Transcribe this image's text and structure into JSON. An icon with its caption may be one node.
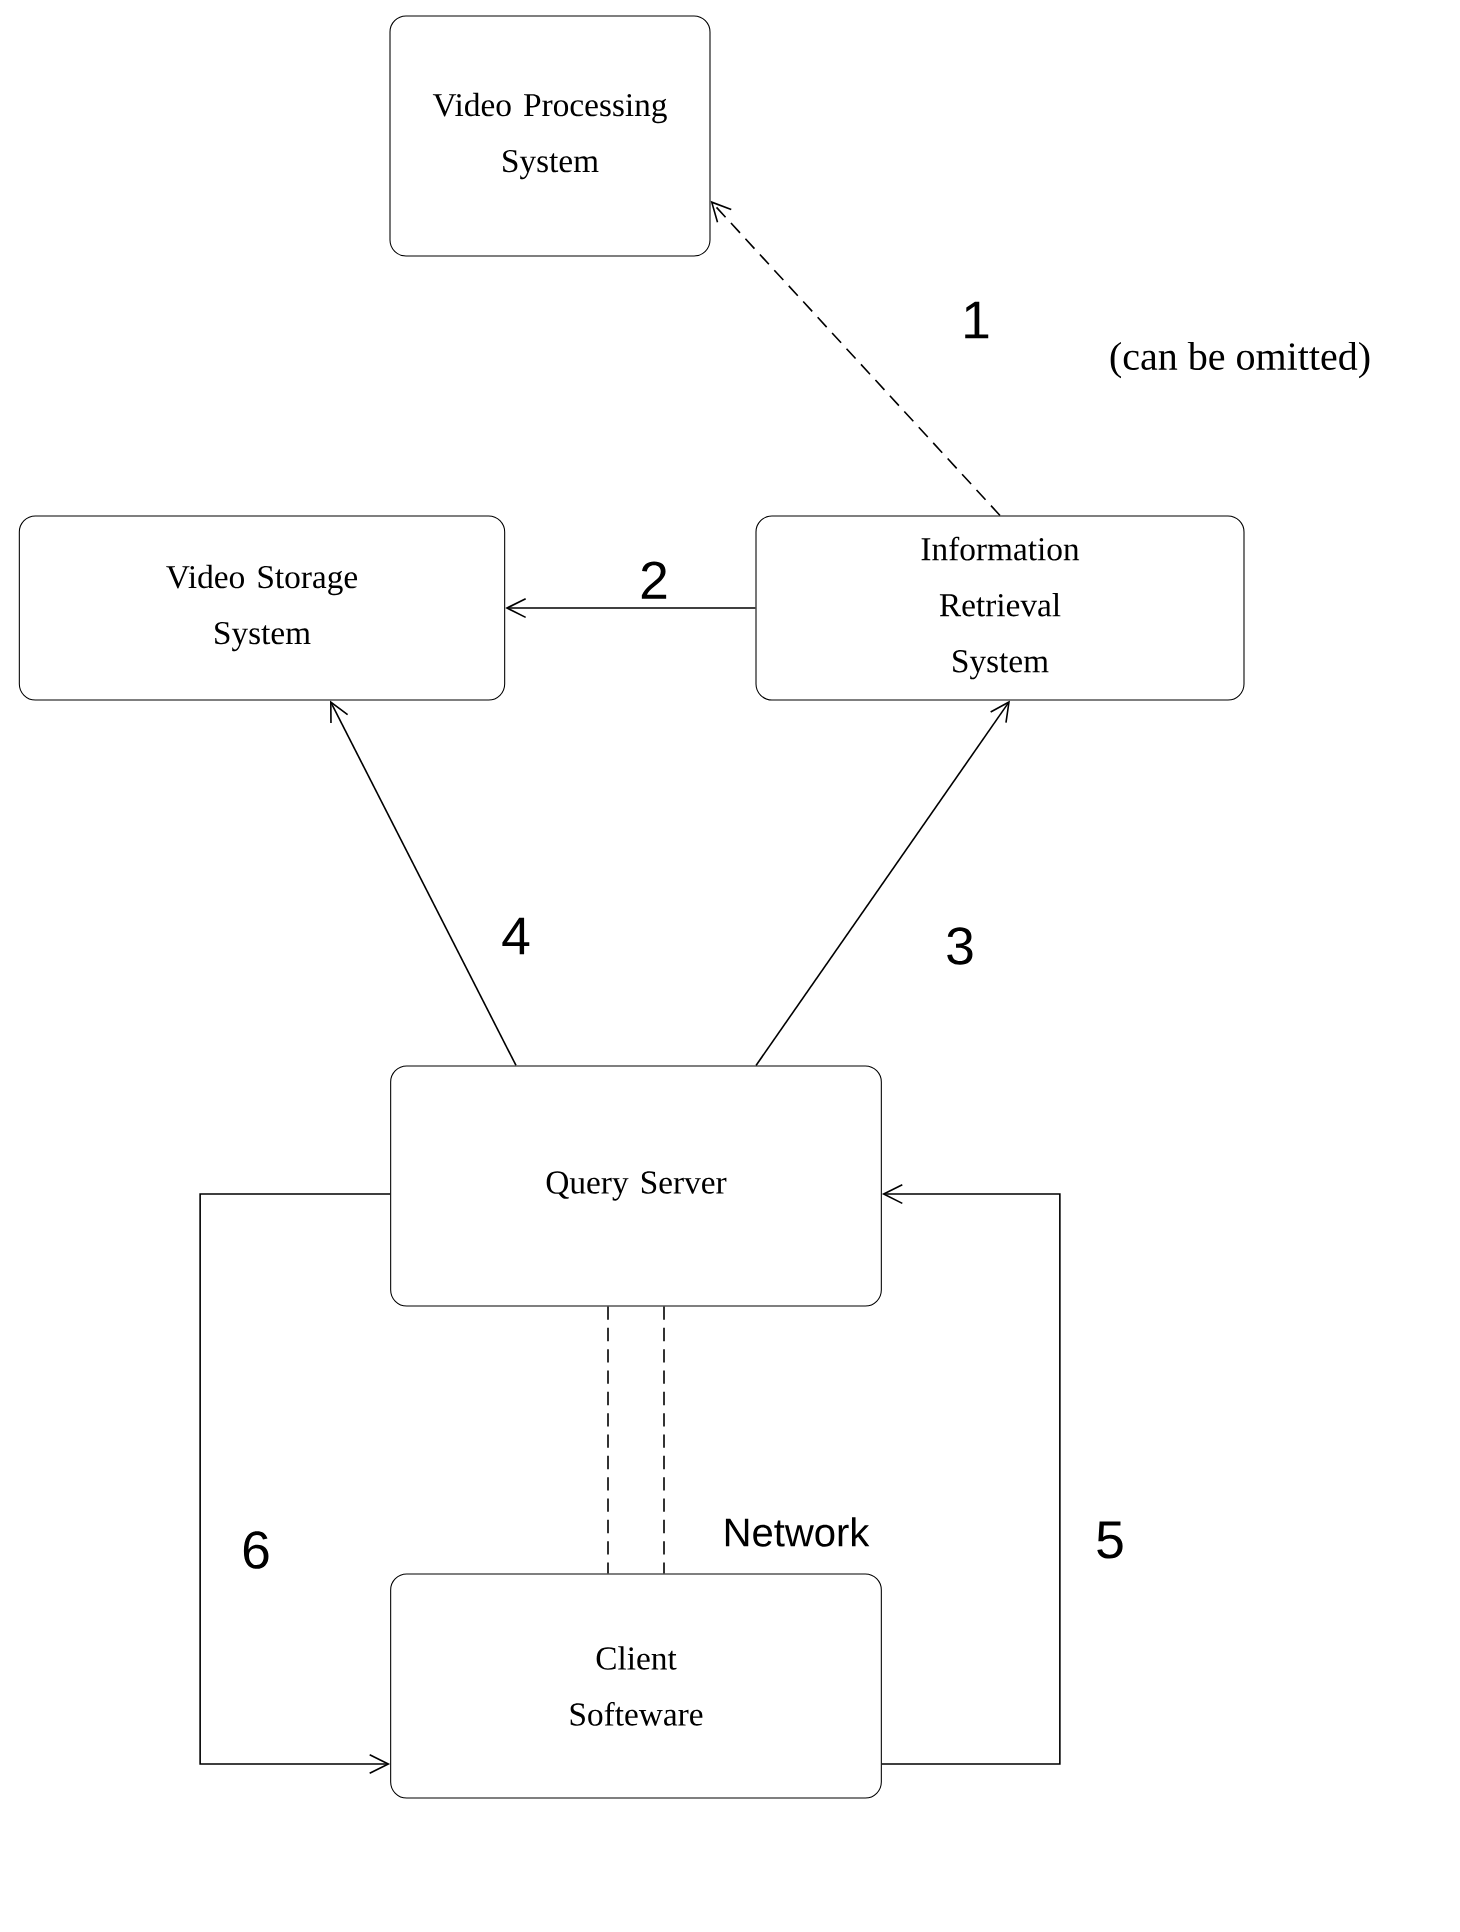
{
  "diagram": {
    "nodes": [
      {
        "text": [
          "Video Processing System"
        ]
      },
      {
        "text": [
          "Video Storage System"
        ]
      },
      {
        "text": [
          "Information Retrieval System"
        ]
      },
      {
        "text": [
          "Query Server"
        ]
      },
      {
        "text": [
          "Client Softeware"
        ]
      }
    ],
    "edges": [
      {
        "from": 2,
        "to": 0,
        "arrow": "to",
        "style": "dashed",
        "label": "1"
      },
      {
        "from": 2,
        "to": 1,
        "arrow": "to",
        "label": "2"
      },
      {
        "from": 3,
        "to": 2,
        "arrow": "to",
        "label": "3"
      },
      {
        "from": 3,
        "to": 1,
        "arrow": "to",
        "label": "4"
      },
      {
        "from": 4,
        "to": 3,
        "arrow": "to",
        "label": "5"
      },
      {
        "from": 3,
        "to": 4,
        "arrow": "to",
        "label": "6"
      },
      {
        "from": 3,
        "to": 4,
        "arrow": "none",
        "style": "dashed",
        "label": "Network"
      }
    ],
    "labels": [
      "(can be omitted)"
    ]
  }
}
